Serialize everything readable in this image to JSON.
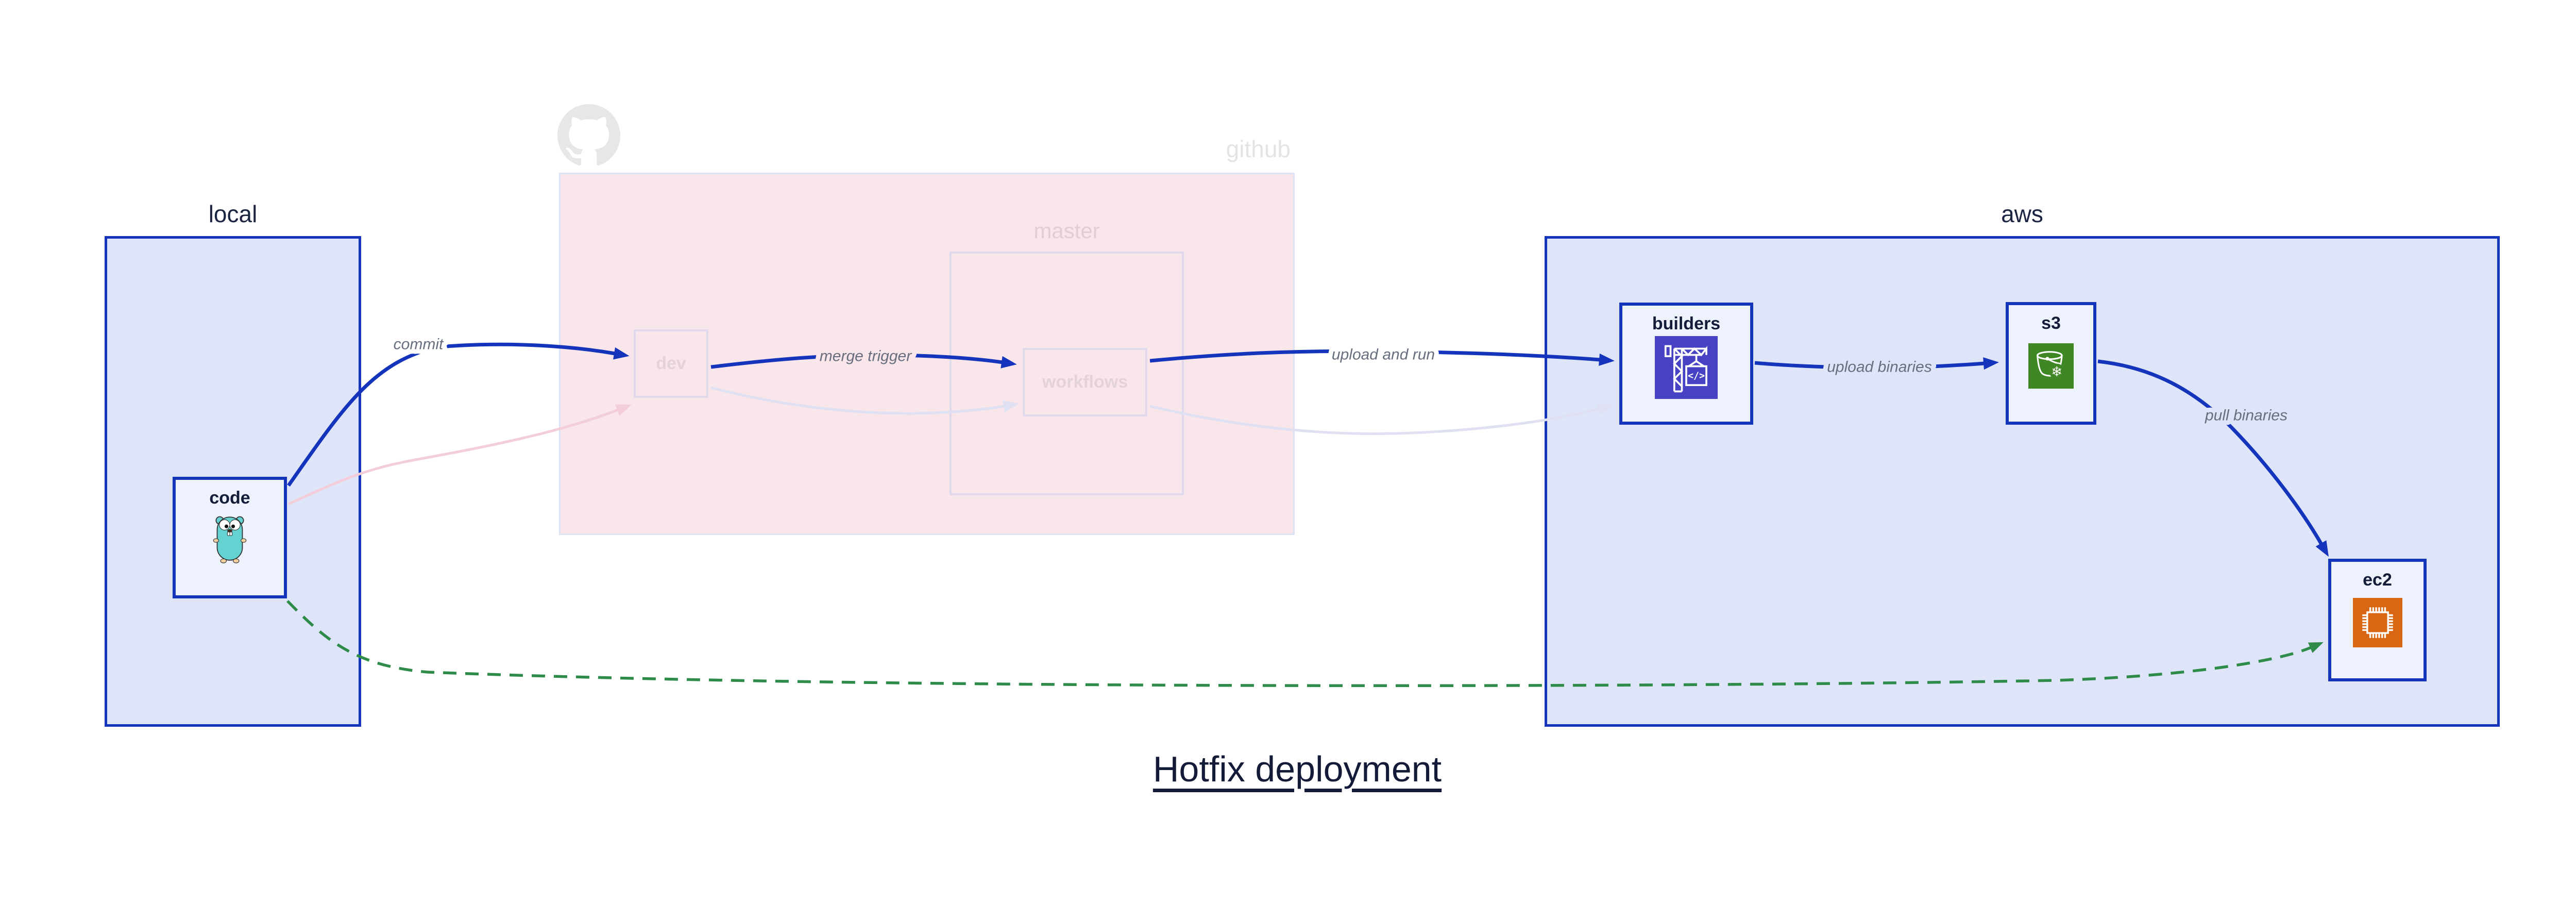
{
  "title": "Hotfix deployment",
  "clusters": {
    "local": {
      "label": "local"
    },
    "github": {
      "label": "github",
      "master": {
        "label": "master"
      }
    },
    "aws": {
      "label": "aws"
    }
  },
  "nodes": {
    "code": {
      "label": "code",
      "icon": "go-gopher-icon"
    },
    "dev": {
      "label": "dev"
    },
    "workflows": {
      "label": "workflows"
    },
    "builders": {
      "label": "builders",
      "icon": "aws-codebuild-icon"
    },
    "s3": {
      "label": "s3",
      "icon": "aws-s3-glacier-icon"
    },
    "ec2": {
      "label": "ec2",
      "icon": "aws-ec2-icon"
    }
  },
  "edges": {
    "commit": {
      "label": "commit",
      "from": "code",
      "to": "dev",
      "style": "solid-blue"
    },
    "merge_trigger": {
      "label": "merge trigger",
      "from": "dev",
      "to": "workflows",
      "style": "solid-blue"
    },
    "upload_and_run": {
      "label": "upload and run",
      "from": "workflows",
      "to": "builders",
      "style": "solid-blue"
    },
    "upload_binaries": {
      "label": "upload binaries",
      "from": "builders",
      "to": "s3",
      "style": "solid-blue"
    },
    "pull_binaries": {
      "label": "pull binaries",
      "from": "s3",
      "to": "ec2",
      "style": "solid-blue"
    },
    "code_dev_faded": {
      "from": "code",
      "to": "dev",
      "style": "faded-pink"
    },
    "dev_workflows_faded": {
      "from": "dev",
      "to": "workflows",
      "style": "faded-lavender"
    },
    "workflows_builders_faded": {
      "from": "workflows",
      "to": "builders",
      "style": "faded-lavender"
    },
    "hotfix_direct": {
      "from": "code",
      "to": "ec2",
      "style": "dashed-green"
    }
  },
  "icon_glyphs": {
    "codebuild_code": "</>",
    "glacier_snowflake": "❄"
  },
  "colors": {
    "accent_blue": "#1334bb",
    "cluster_fill_blue": "#dfe5f8",
    "node_fill": "#eef2fc",
    "github_fill_pink": "#f9e6eb",
    "faded_border": "#e0d9ec",
    "faded_text": "#e4d2db",
    "faded_pink_edge": "#f3cdda",
    "faded_lavender_edge": "#dfe0f2",
    "hotfix_green": "#2e8b4a",
    "edge_label_gray": "#676e7e",
    "text_dark": "#16203c",
    "github_gray": "#e7e7e7",
    "codebuild_indigo": "#4742c4",
    "glacier_green": "#3f8624",
    "ec2_orange": "#d86613",
    "gopher_teal": "#63d2d0"
  }
}
